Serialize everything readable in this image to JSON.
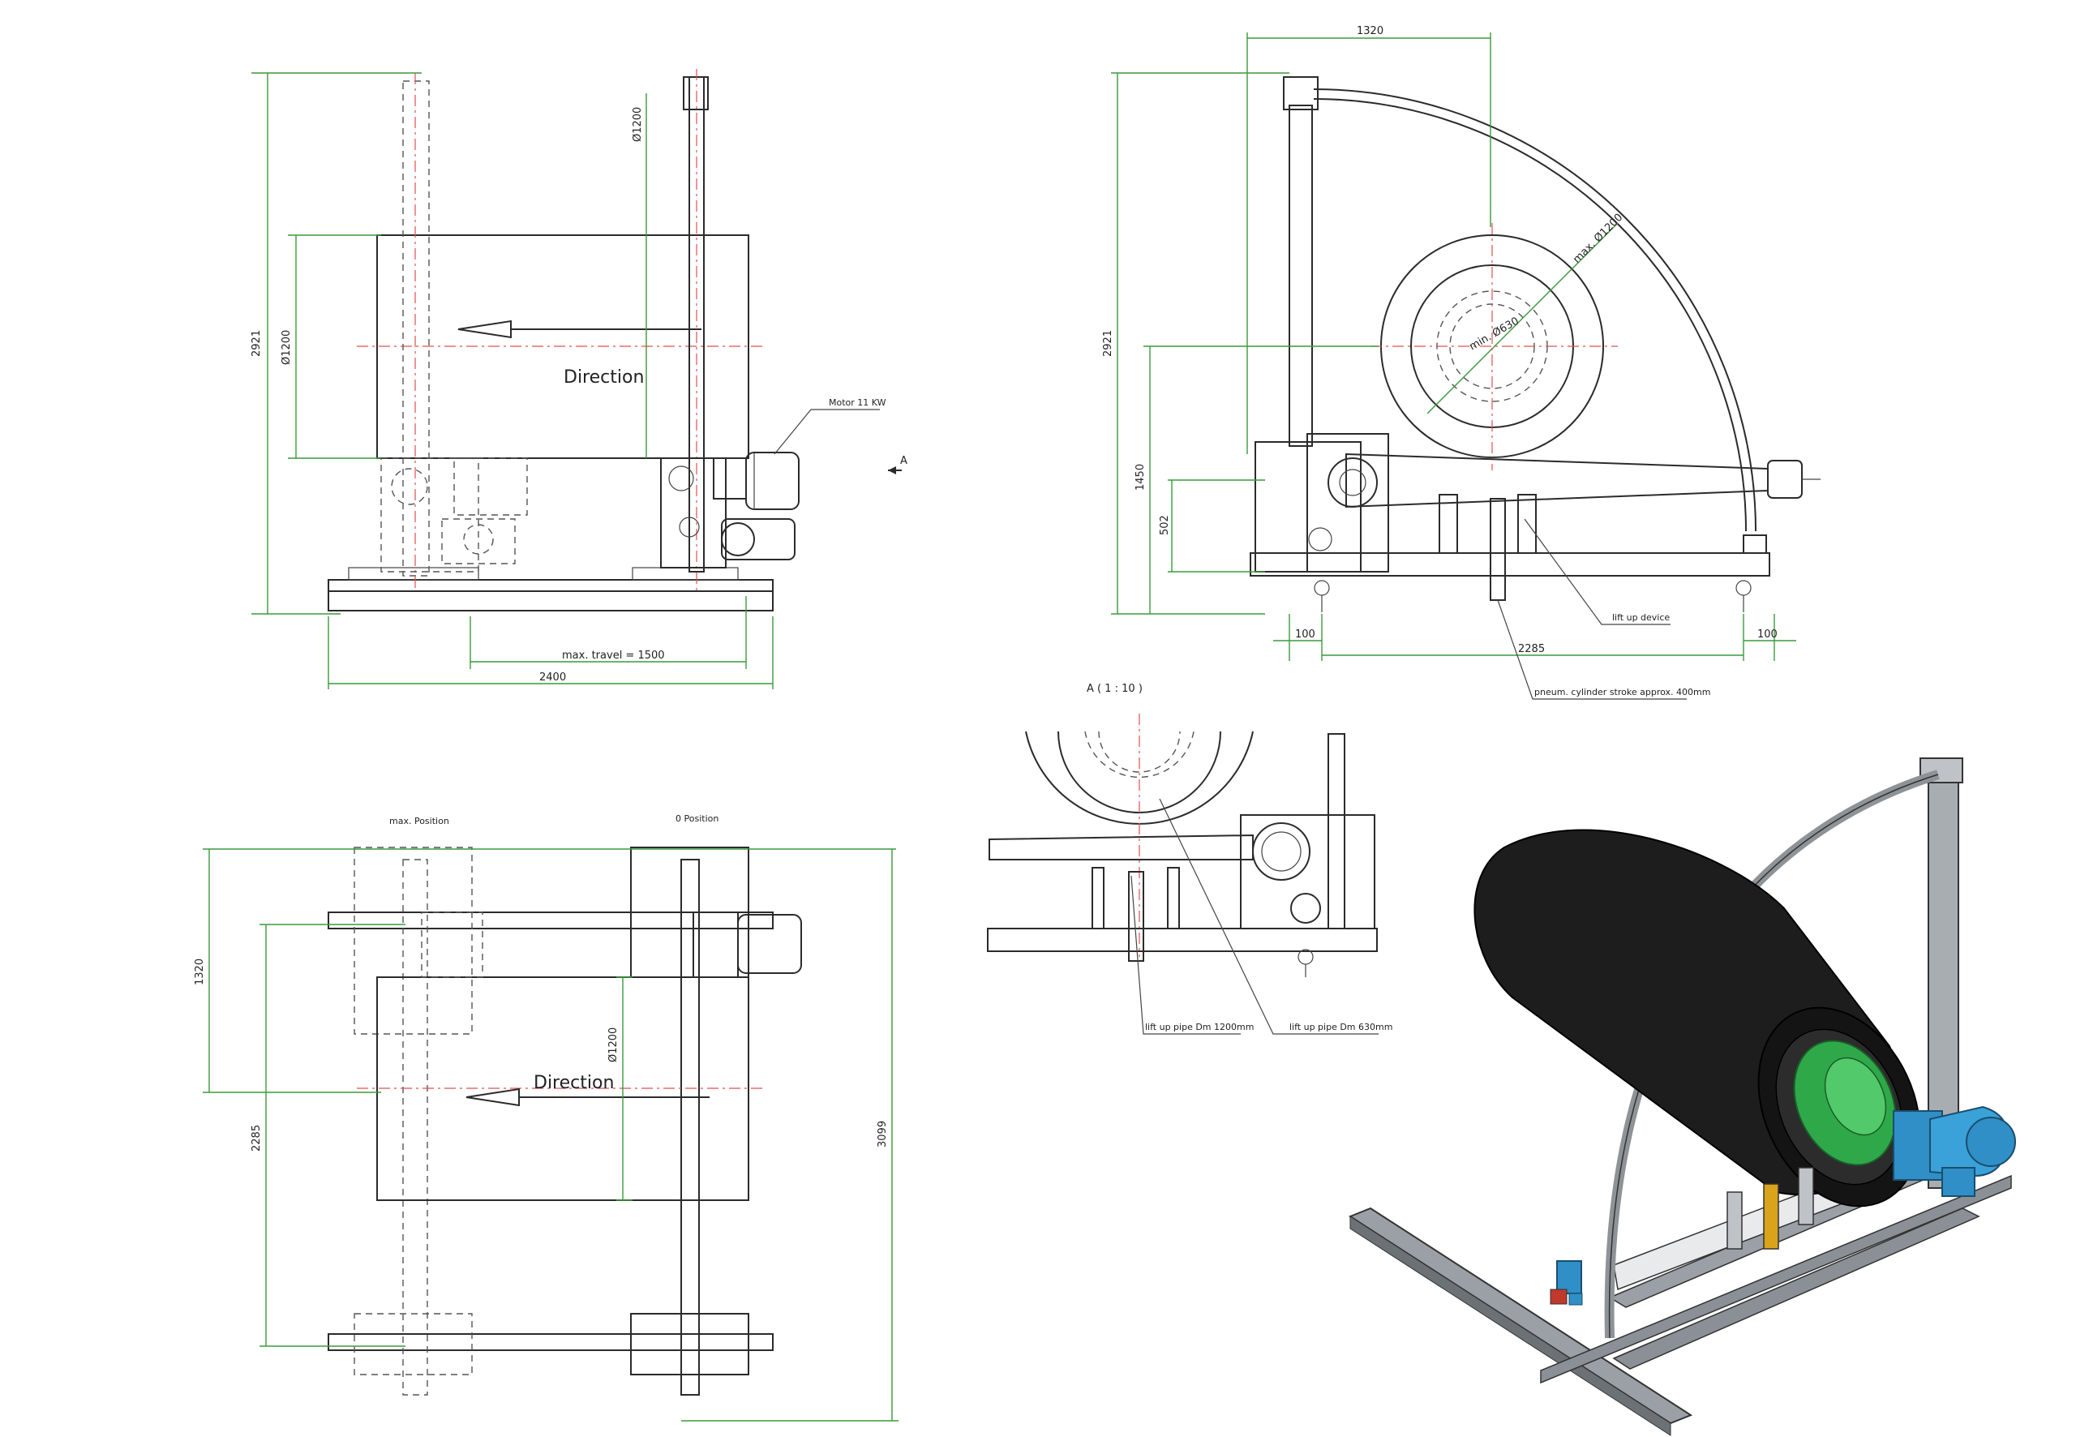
{
  "sheet": {
    "front_view": {
      "dim_height": "2921",
      "dim_diameter_left": "Ø1200",
      "dim_diameter_right": "Ø1200",
      "direction": "Direction",
      "motor": "Motor 11 KW",
      "view_arrow": "A",
      "max_travel": "max. travel = 1500",
      "dim_width": "2400"
    },
    "side_view": {
      "dim_width": "1320",
      "dim_height": "2921",
      "dim_1450": "1450",
      "dim_502": "502",
      "max_diameter": "max. Ø1200",
      "min_diameter": "min. Ø630",
      "lift_up_device": "lift up device",
      "dim_100_left": "100",
      "dim_100_right": "100",
      "dim_2285": "2285",
      "pneum_cylinder": "pneum. cylinder stroke approx. 400mm"
    },
    "detail_view": {
      "title": "A ( 1 : 10 )",
      "pipe_1200": "lift up pipe Dm 1200mm",
      "pipe_630": "lift up pipe Dm 630mm"
    },
    "top_view": {
      "max_position": "max. Position",
      "zero_position": "0 Position",
      "dim_1320": "1320",
      "dim_2285": "2285",
      "dim_diameter": "Ø1200",
      "direction": "Direction",
      "dim_3099": "3099"
    }
  }
}
